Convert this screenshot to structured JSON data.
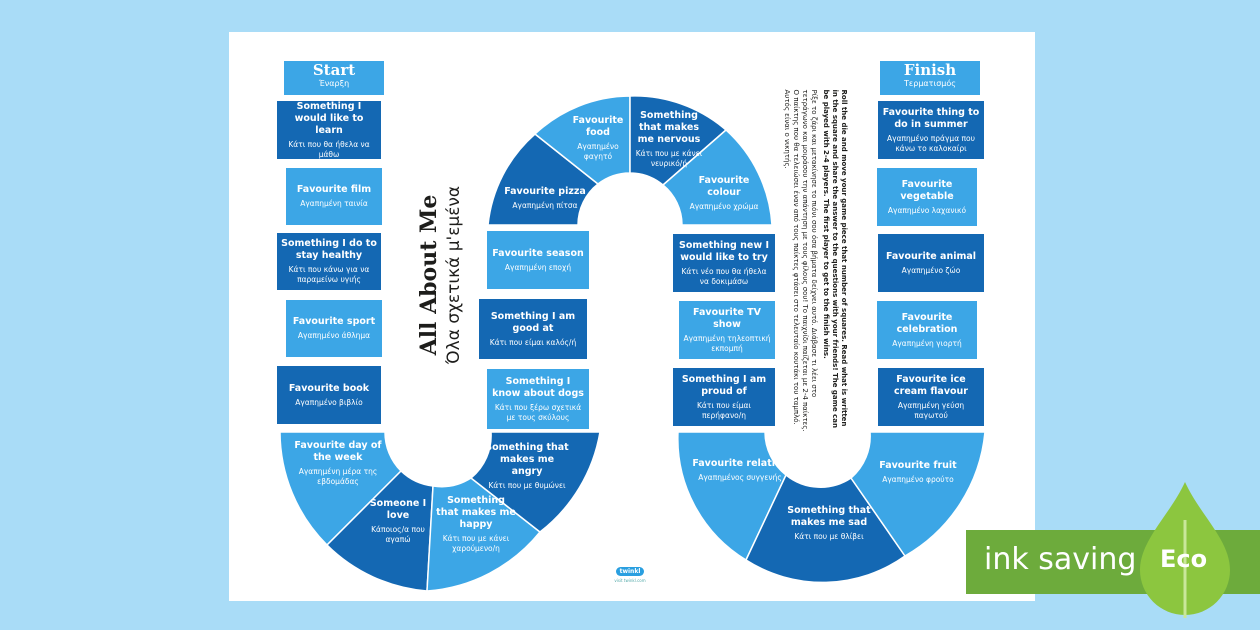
{
  "board": {
    "title_en": "All About Me",
    "title_gr": "Όλα σχετικά μ'εμένα",
    "start": {
      "en": "Start",
      "gr": "Έναρξη"
    },
    "finish": {
      "en": "Finish",
      "gr": "Τερματισμός"
    },
    "instructions_en": "Roll the die and move your game piece that number of squares. Read what is written in the square and share the answer to the questions with your friends! The game can be played with 2-4 players. The first player to get to the finish wins.",
    "instructions_gr": "Ρίξε το ζάρι και μετακίνησε το πιόνι σου όσα βήματα δείχνει αυτό. Διάβασε τι λέει στο τετράγωνο και μοιράσου την απάντηση με τους φίλους σου! Το παιχνίδι παίζεται με 2-4 παίκτες. Ο παίκτης που θα τελειώσει έναν από τους παίκτες φτάσει στο τελευταίο κουτάκι του ταμπλό. Αυτός είναι ο νικητής.",
    "logo": "twinkl",
    "logo_url": "visit twinkl.com",
    "left_column": [
      {
        "en": "Something I would like to learn",
        "gr": "Κάτι που θα ήθελα να μάθω"
      },
      {
        "en": "Favourite film",
        "gr": "Αγαπημένη ταινία"
      },
      {
        "en": "Something I do to stay healthy",
        "gr": "Κάτι που κάνω για να παραμείνω υγιής"
      },
      {
        "en": "Favourite sport",
        "gr": "Αγαπημένο άθλημα"
      },
      {
        "en": "Favourite book",
        "gr": "Αγαπημένο βιβλίο"
      }
    ],
    "left_arc": [
      {
        "en": "Favourite day of the week",
        "gr": "Αγαπημένη μέρα της εβδομάδας"
      },
      {
        "en": "Someone I love",
        "gr": "Κάποιος/α που αγαπώ"
      },
      {
        "en": "Something that makes me happy",
        "gr": "Κάτι που με κάνει χαρούμενο/η"
      },
      {
        "en": "Something that makes me angry",
        "gr": "Κάτι που με θυμώνει"
      }
    ],
    "middle_left_column": [
      {
        "en": "Something I know about dogs",
        "gr": "Κάτι που ξέρω σχετικά με τους σκύλους"
      },
      {
        "en": "Something I am good at",
        "gr": "Κάτι που είμαι καλός/ή"
      },
      {
        "en": "Favourite season",
        "gr": "Αγαπημένη εποχή"
      }
    ],
    "top_arc": [
      {
        "en": "Favourite pizza",
        "gr": "Αγαπημένη πίτσα"
      },
      {
        "en": "Favourite food",
        "gr": "Αγαπημένο φαγητό"
      },
      {
        "en": "Something that makes me nervous",
        "gr": "Κάτι που με κάνει νευρικό/ή"
      },
      {
        "en": "Favourite colour",
        "gr": "Αγαπημένο χρώμα"
      }
    ],
    "middle_right_column": [
      {
        "en": "Something new I would like to try",
        "gr": "Κάτι νέο που θα ήθελα να δοκιμάσω"
      },
      {
        "en": "Favourite TV show",
        "gr": "Αγαπημένη τηλεοπτική εκπομπή"
      },
      {
        "en": "Something I am proud of",
        "gr": "Κάτι που είμαι περήφανο/η"
      }
    ],
    "right_arc": [
      {
        "en": "Favourite relative",
        "gr": "Αγαπημένος συγγενής"
      },
      {
        "en": "Something that makes me sad",
        "gr": "Κάτι που με θλίβει"
      },
      {
        "en": "Favourite fruit",
        "gr": "Αγαπημένο φρούτο"
      }
    ],
    "right_column": [
      {
        "en": "Favourite ice cream flavour",
        "gr": "Αγαπημένη γεύση παγωτού"
      },
      {
        "en": "Favourite celebration",
        "gr": "Αγαπημένη γιορτή"
      },
      {
        "en": "Favourite animal",
        "gr": "Αγαπημένο ζώο"
      },
      {
        "en": "Favourite vegetable",
        "gr": "Αγαπημένο λαχανικό"
      },
      {
        "en": "Favourite thing to do in summer",
        "gr": "Αγαπημένο πράγμα που κάνω το καλοκαίρι"
      }
    ]
  },
  "eco_badge": {
    "text": "ink saving",
    "word": "Eco"
  },
  "colors": {
    "background": "#a9dcf7",
    "dark": "#1468b3",
    "mid": "#1f86d1",
    "light": "#3ca6e6",
    "eco_green": "#6dab3c",
    "leaf_green": "#8cc63f"
  }
}
